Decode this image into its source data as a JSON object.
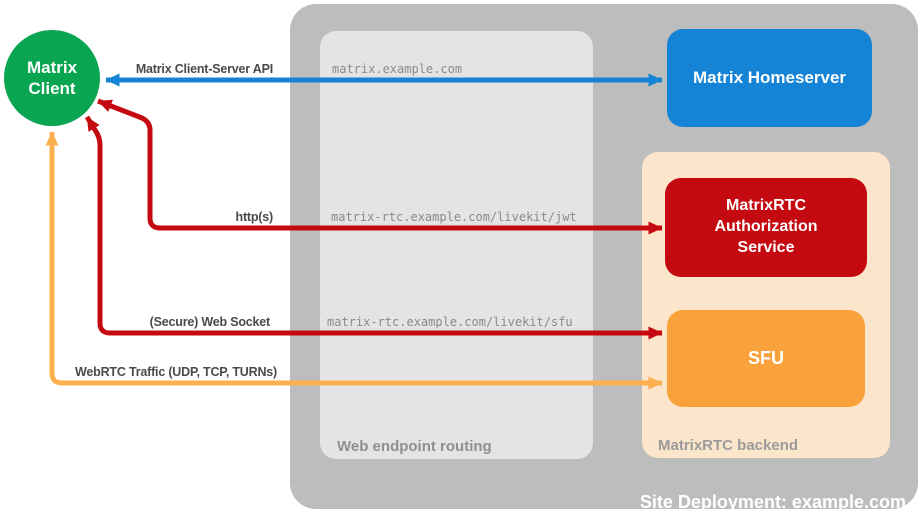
{
  "title": "Site Deployment: example.com",
  "colors": {
    "client_green": "#0aa551",
    "homeserver_blue": "#1584d7",
    "auth_red": "#c40a10",
    "sfu_orange": "#f9a23b",
    "webrtc_arrow_orange": "#fbaf4d",
    "backend_peach": "#fbe5cb",
    "deployment_gray": "#bdbdbd",
    "routing_gray": "#e4e4e4"
  },
  "nodes": {
    "client": {
      "label": "Matrix Client"
    },
    "homeserver": {
      "label": "Matrix Homeserver"
    },
    "auth": {
      "label": "MatrixRTC Authorization Service"
    },
    "sfu": {
      "label": "SFU"
    }
  },
  "groups": {
    "routing": {
      "label": "Web endpoint routing"
    },
    "backend": {
      "label": "MatrixRTC backend"
    }
  },
  "arrows": [
    {
      "id": "client-server-api",
      "label": "Matrix Client-Server API",
      "route": "matrix.example.com",
      "color": "#1584d7",
      "direction": "bidirectional"
    },
    {
      "id": "https",
      "label": "http(s)",
      "route": "matrix-rtc.example.com/livekit/jwt",
      "color": "#c40a10",
      "direction": "bidirectional"
    },
    {
      "id": "websocket",
      "label": "(Secure) Web Socket",
      "route": "matrix-rtc.example.com/livekit/sfu",
      "color": "#c40a10",
      "direction": "bidirectional"
    },
    {
      "id": "webrtc",
      "label": "WebRTC Traffic (UDP, TCP, TURNs)",
      "color": "#fbaf4d",
      "direction": "bidirectional"
    }
  ]
}
